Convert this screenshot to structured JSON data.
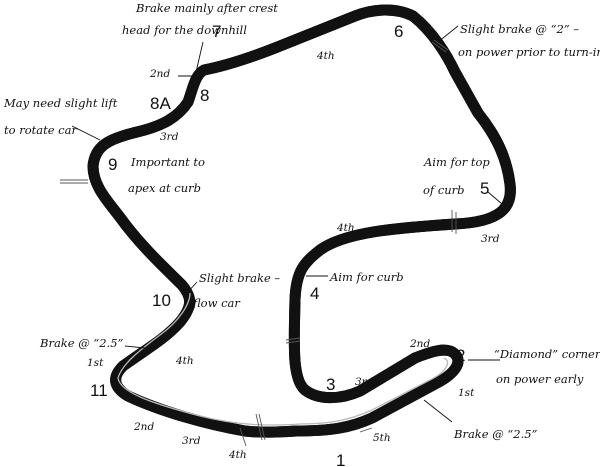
{
  "turns": [
    "1",
    "2",
    "3",
    "4",
    "5",
    "6",
    "7",
    "8",
    "8A",
    "9",
    "10",
    "11"
  ],
  "notes": {
    "turn_7": [
      "Brake mainly after crest",
      "head for the downhill"
    ],
    "turn_6": [
      "Slight brake @ “2” –",
      "on power prior to turn-in"
    ],
    "turn_8a": [
      "May need slight lift",
      "to rotate car"
    ],
    "turn_9": [
      "Important to",
      "apex at curb"
    ],
    "turn_5": [
      "Aim for top",
      "of curb"
    ],
    "turn_10": [
      "Slight brake –",
      "flow car"
    ],
    "turn_4": [
      "Aim for curb"
    ],
    "turn_11": [
      "Brake @ “2.5”"
    ],
    "turn_2": [
      "“Diamond” corner –",
      "on power early"
    ],
    "turn_2_brake": [
      "Brake @ “2.5”"
    ]
  },
  "gears": {
    "t7_2nd": "2nd",
    "t6_4th": "4th",
    "t8a_3rd": "3rd",
    "t5_3rd": "3rd",
    "t4_4th": "4th",
    "t10_4th": "4th",
    "t11_1st": "1st",
    "t11_2nd": "2nd",
    "s_3rd": "3rd",
    "s_4th": "4th",
    "t1_5th": "5th",
    "t3_3rd": "3rd",
    "t2_2nd": "2nd",
    "t2_1st": "1st"
  }
}
